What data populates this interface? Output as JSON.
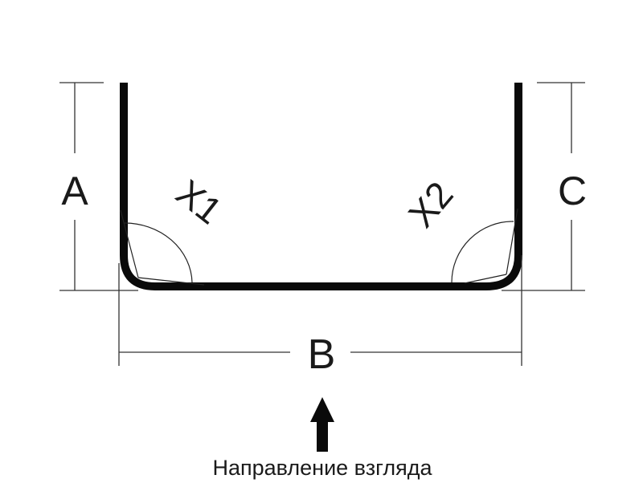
{
  "diagram": {
    "type": "u-profile-bend-drawing",
    "colors": {
      "stroke": "#0a0a0a",
      "dim_line": "#333333",
      "background": "#ffffff"
    },
    "labels": {
      "side_left": "A",
      "bottom": "B",
      "side_right": "C",
      "angle_left": "X1",
      "angle_right": "X2",
      "angle_left_main": "X",
      "angle_left_sub": "1",
      "angle_right_main": "X",
      "angle_right_sub": "2"
    },
    "caption": "Направление взгляда",
    "arrow": "up-arrow"
  }
}
